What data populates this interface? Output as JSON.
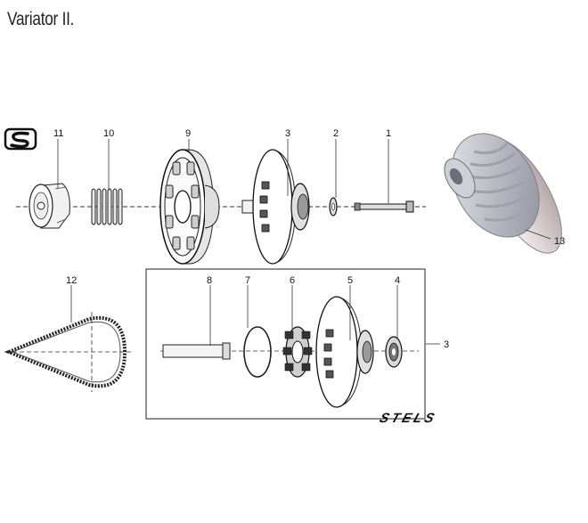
{
  "title": "Variator II.",
  "logo_text": "STELS",
  "logo_icon": "stels-s-icon",
  "callouts": {
    "p1": "1",
    "p2": "2",
    "p3": "3",
    "p4": "4",
    "p5": "5",
    "p6": "6",
    "p7": "7",
    "p8": "8",
    "p9": "9",
    "p10": "10",
    "p11": "11",
    "p12": "12",
    "p13": "13",
    "p3_group": "3"
  }
}
